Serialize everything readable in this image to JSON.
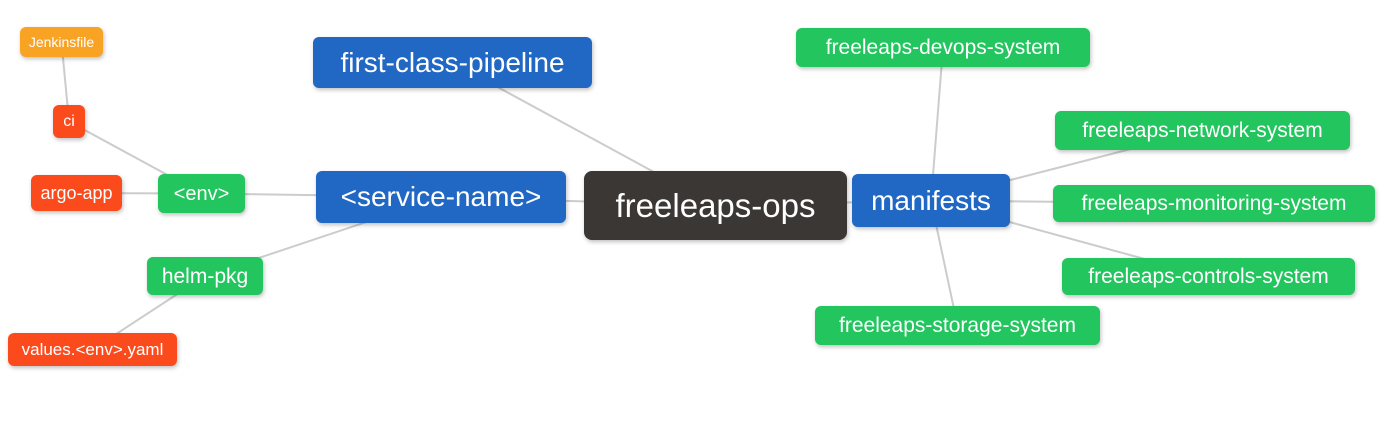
{
  "palette": {
    "blue": "#2167C4",
    "green": "#22C55E",
    "red": "#FB4A1C",
    "orange": "#F9A325",
    "dark": "#3B3735",
    "edge": "#CCCCCC",
    "text": "#FFFFFF",
    "background": "#FFFFFF"
  },
  "nodes": {
    "jenkinsfile": {
      "label": "Jenkinsfile",
      "color": "orange"
    },
    "ci": {
      "label": "ci",
      "color": "red"
    },
    "argo-app": {
      "label": "argo-app",
      "color": "red"
    },
    "env": {
      "label": "<env>",
      "color": "green"
    },
    "first-class-pipeline": {
      "label": "first-class-pipeline",
      "color": "blue"
    },
    "service-name": {
      "label": "<service-name>",
      "color": "blue"
    },
    "freeleaps-ops": {
      "label": "freeleaps-ops",
      "color": "dark"
    },
    "manifests": {
      "label": "manifests",
      "color": "blue"
    },
    "freeleaps-devops-system": {
      "label": "freeleaps-devops-system",
      "color": "green"
    },
    "freeleaps-network-system": {
      "label": "freeleaps-network-system",
      "color": "green"
    },
    "freeleaps-monitoring-system": {
      "label": "freeleaps-monitoring-system",
      "color": "green"
    },
    "freeleaps-controls-system": {
      "label": "freeleaps-controls-system",
      "color": "green"
    },
    "freeleaps-storage-system": {
      "label": "freeleaps-storage-system",
      "color": "green"
    },
    "helm-pkg": {
      "label": "helm-pkg",
      "color": "green"
    },
    "values-env-yaml": {
      "label": "values.<env>.yaml",
      "color": "red"
    }
  },
  "edges": [
    [
      "jenkinsfile",
      "ci"
    ],
    [
      "ci",
      "env"
    ],
    [
      "argo-app",
      "env"
    ],
    [
      "env",
      "service-name"
    ],
    [
      "service-name",
      "freeleaps-ops"
    ],
    [
      "helm-pkg",
      "service-name"
    ],
    [
      "values-env-yaml",
      "helm-pkg"
    ],
    [
      "first-class-pipeline",
      "freeleaps-ops"
    ],
    [
      "freeleaps-ops",
      "manifests"
    ],
    [
      "manifests",
      "freeleaps-devops-system"
    ],
    [
      "manifests",
      "freeleaps-network-system"
    ],
    [
      "manifests",
      "freeleaps-monitoring-system"
    ],
    [
      "manifests",
      "freeleaps-controls-system"
    ],
    [
      "manifests",
      "freeleaps-storage-system"
    ]
  ]
}
